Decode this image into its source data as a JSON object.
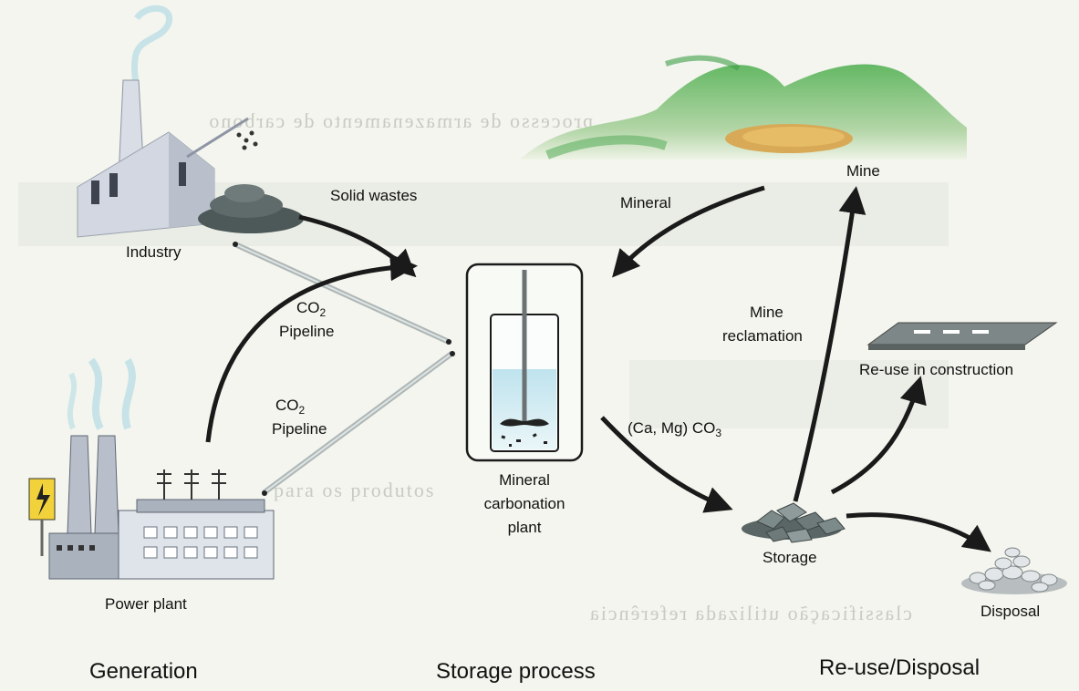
{
  "diagram": {
    "labels": {
      "industry": "Industry",
      "solid_wastes": "Solid wastes",
      "co2_top": "CO",
      "co2_top_sub": "2",
      "pipeline_top": "Pipeline",
      "co2_bottom": "CO",
      "co2_bottom_sub": "2",
      "pipeline_bottom": "Pipeline",
      "power_plant": "Power plant",
      "mineral": "Mineral",
      "plant_line1": "Mineral",
      "plant_line2": "carbonation",
      "plant_line3": "plant",
      "carbonate": "(Ca, Mg) CO",
      "carbonate_sub": "3",
      "mine": "Mine",
      "mine_reclamation_1": "Mine",
      "mine_reclamation_2": "reclamation",
      "reuse_construction": "Re-use in construction",
      "storage": "Storage",
      "disposal": "Disposal"
    },
    "sections": {
      "generation": "Generation",
      "storage_process": "Storage process",
      "reuse_disposal": "Re-use/Disposal"
    }
  },
  "colors": {
    "arrow": "#1a1a1a",
    "pipeline": "#aeb6b6",
    "hill_green": "#4fae55",
    "building": "#c6ccd6",
    "stone": "#54605e"
  }
}
